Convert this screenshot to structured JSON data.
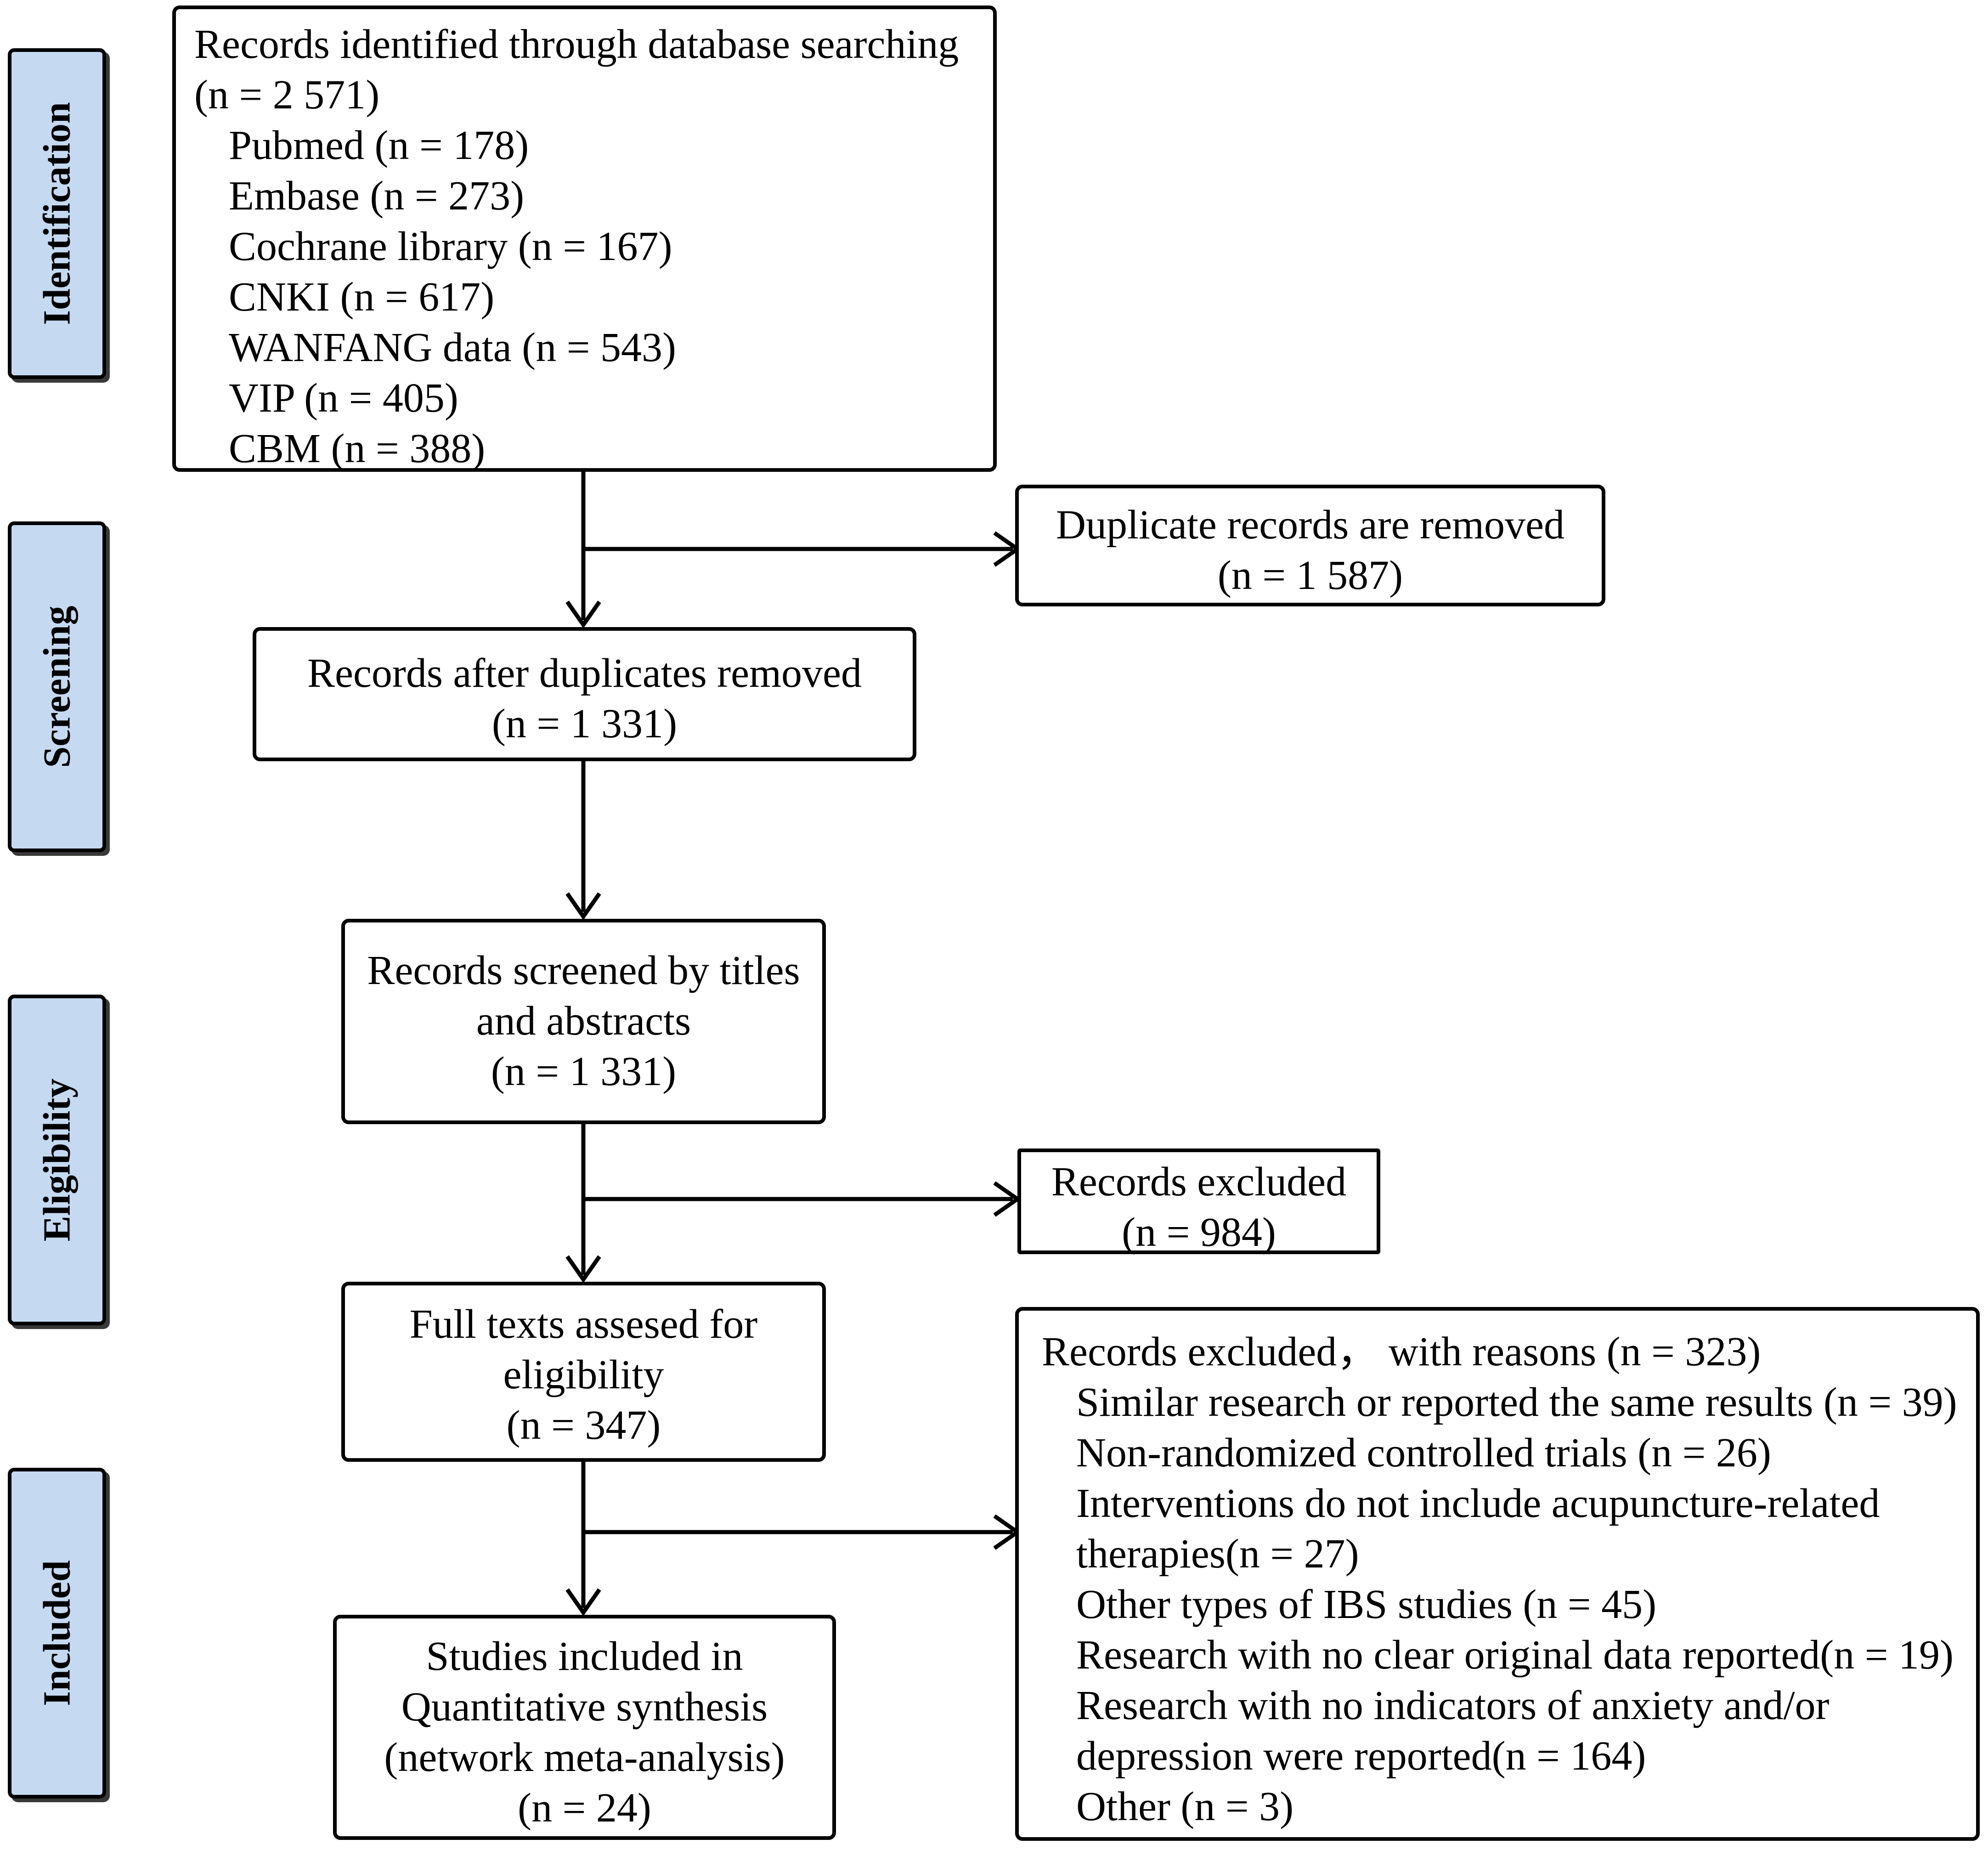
{
  "stages": [
    {
      "label": "Identification"
    },
    {
      "label": "Screening"
    },
    {
      "label": "Eligibility"
    },
    {
      "label": "Included"
    }
  ],
  "identification": {
    "title": "Records identified through database searching",
    "count": "(n = 2 571)",
    "sources": [
      "Pubmed  (n = 178)",
      "Embase (n = 273)",
      "Cochrane library (n = 167)",
      "CNKI (n = 617)",
      "WANFANG data (n = 543)",
      "VIP (n = 405)",
      "CBM (n = 388)"
    ]
  },
  "duplicates_removed": {
    "line1": "Duplicate records are removed",
    "line2": "(n = 1 587)"
  },
  "after_duplicates": {
    "line1": "Records after duplicates removed",
    "line2": "(n = 1 331)"
  },
  "screened": {
    "line1": "Records screened by titles",
    "line2": "and abstracts",
    "line3": "(n = 1 331)"
  },
  "excluded_screening": {
    "line1": "Records excluded",
    "line2": "(n = 984)"
  },
  "full_texts": {
    "line1": "Full texts assesed for",
    "line2": "eligibility",
    "line3": "(n = 347)"
  },
  "excluded_reasons": {
    "title": "Records excluded，  with reasons (n = 323)",
    "reasons": [
      "Similar research or reported the same results (n = 39)",
      "Non-randomized controlled trials (n = 26)",
      "Interventions do not include acupuncture-related",
      "therapies(n = 27)",
      "Other types of IBS studies (n = 45)",
      "Research with no clear original data reported(n = 19)",
      "Research with no indicators of anxiety and/or",
      "depression were reported(n = 164)",
      "Other (n = 3)"
    ]
  },
  "included": {
    "line1": "Studies included in",
    "line2": "Quantitative synthesis",
    "line3": "(network meta-analysis)",
    "line4": "(n = 24)"
  }
}
